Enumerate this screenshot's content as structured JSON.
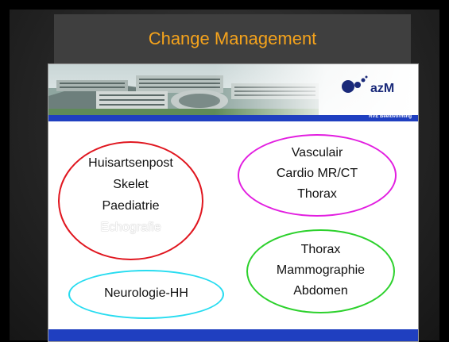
{
  "title": "Change Management",
  "header_image": {
    "logo_text": "azM",
    "band_text": "RVE Beeldvorming"
  },
  "groups": [
    {
      "color": "#e0161f",
      "items": [
        "Huisartsenpost",
        "Skelet",
        "Paediatrie",
        "Echografie"
      ]
    },
    {
      "color": "#e21ee0",
      "items": [
        "Vasculair",
        "Cardio MR/CT",
        "Thorax"
      ]
    },
    {
      "color": "#2cd12c",
      "items": [
        "Thorax",
        "Mammographie",
        "Abdomen"
      ]
    },
    {
      "color": "#27dcf0",
      "items": [
        "Neurologie-HH"
      ]
    }
  ],
  "colors": {
    "title": "#f5a31c",
    "band": "#1f3fc0"
  }
}
